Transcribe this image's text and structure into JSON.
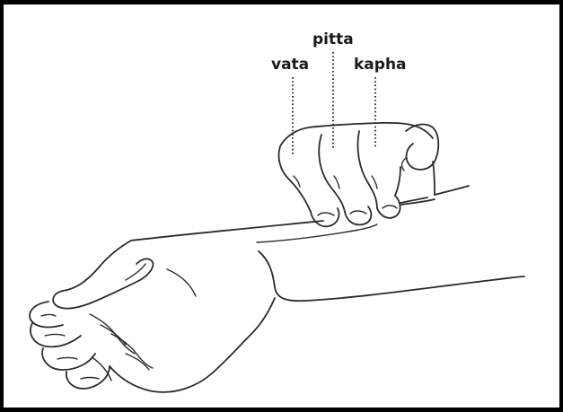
{
  "labels": {
    "vata": "vata",
    "pitta": "pitta",
    "kapha": "kapha"
  },
  "colors": {
    "outline": "#2b2b2b",
    "frame": "#000000",
    "background": "#ffffff"
  }
}
